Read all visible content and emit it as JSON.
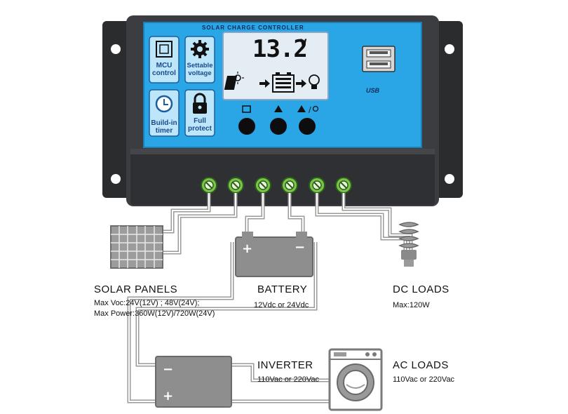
{
  "controller": {
    "title": "SOLAR CHARGE CONTROLLER",
    "lcd_value": "13.2",
    "lcd_unit": "V",
    "usb_label": "USB",
    "buttons": [
      {
        "line1": "MCU",
        "line2": "control"
      },
      {
        "line1": "Settable",
        "line2": "voltage"
      },
      {
        "line1": "Build-in",
        "line2": "timer"
      },
      {
        "line1": "Full",
        "line2": "protect"
      }
    ]
  },
  "solar": {
    "name": "SOLAR  PANELS",
    "spec1": "Max  Voc:24V(12V) ; 48V(24V);",
    "spec2": "Max  Power:360W(12V)/720W(24V)"
  },
  "battery": {
    "name": "BATTERY",
    "spec": "12Vdc  or  24Vdc"
  },
  "dc_loads": {
    "name": "DC  LOADS",
    "spec": "Max:120W"
  },
  "inverter": {
    "name": "INVERTER",
    "spec": "110Vac  or  220Vac"
  },
  "ac_loads": {
    "name": "AC  LOADS",
    "spec": "110Vac  or  220Vac"
  },
  "colors": {
    "body": "#3b3d40",
    "panel_blue": "#2aa5e6",
    "lcd": "#e4ecf4",
    "wire": "#9a9a9a",
    "terminal": "#7cc34a"
  }
}
